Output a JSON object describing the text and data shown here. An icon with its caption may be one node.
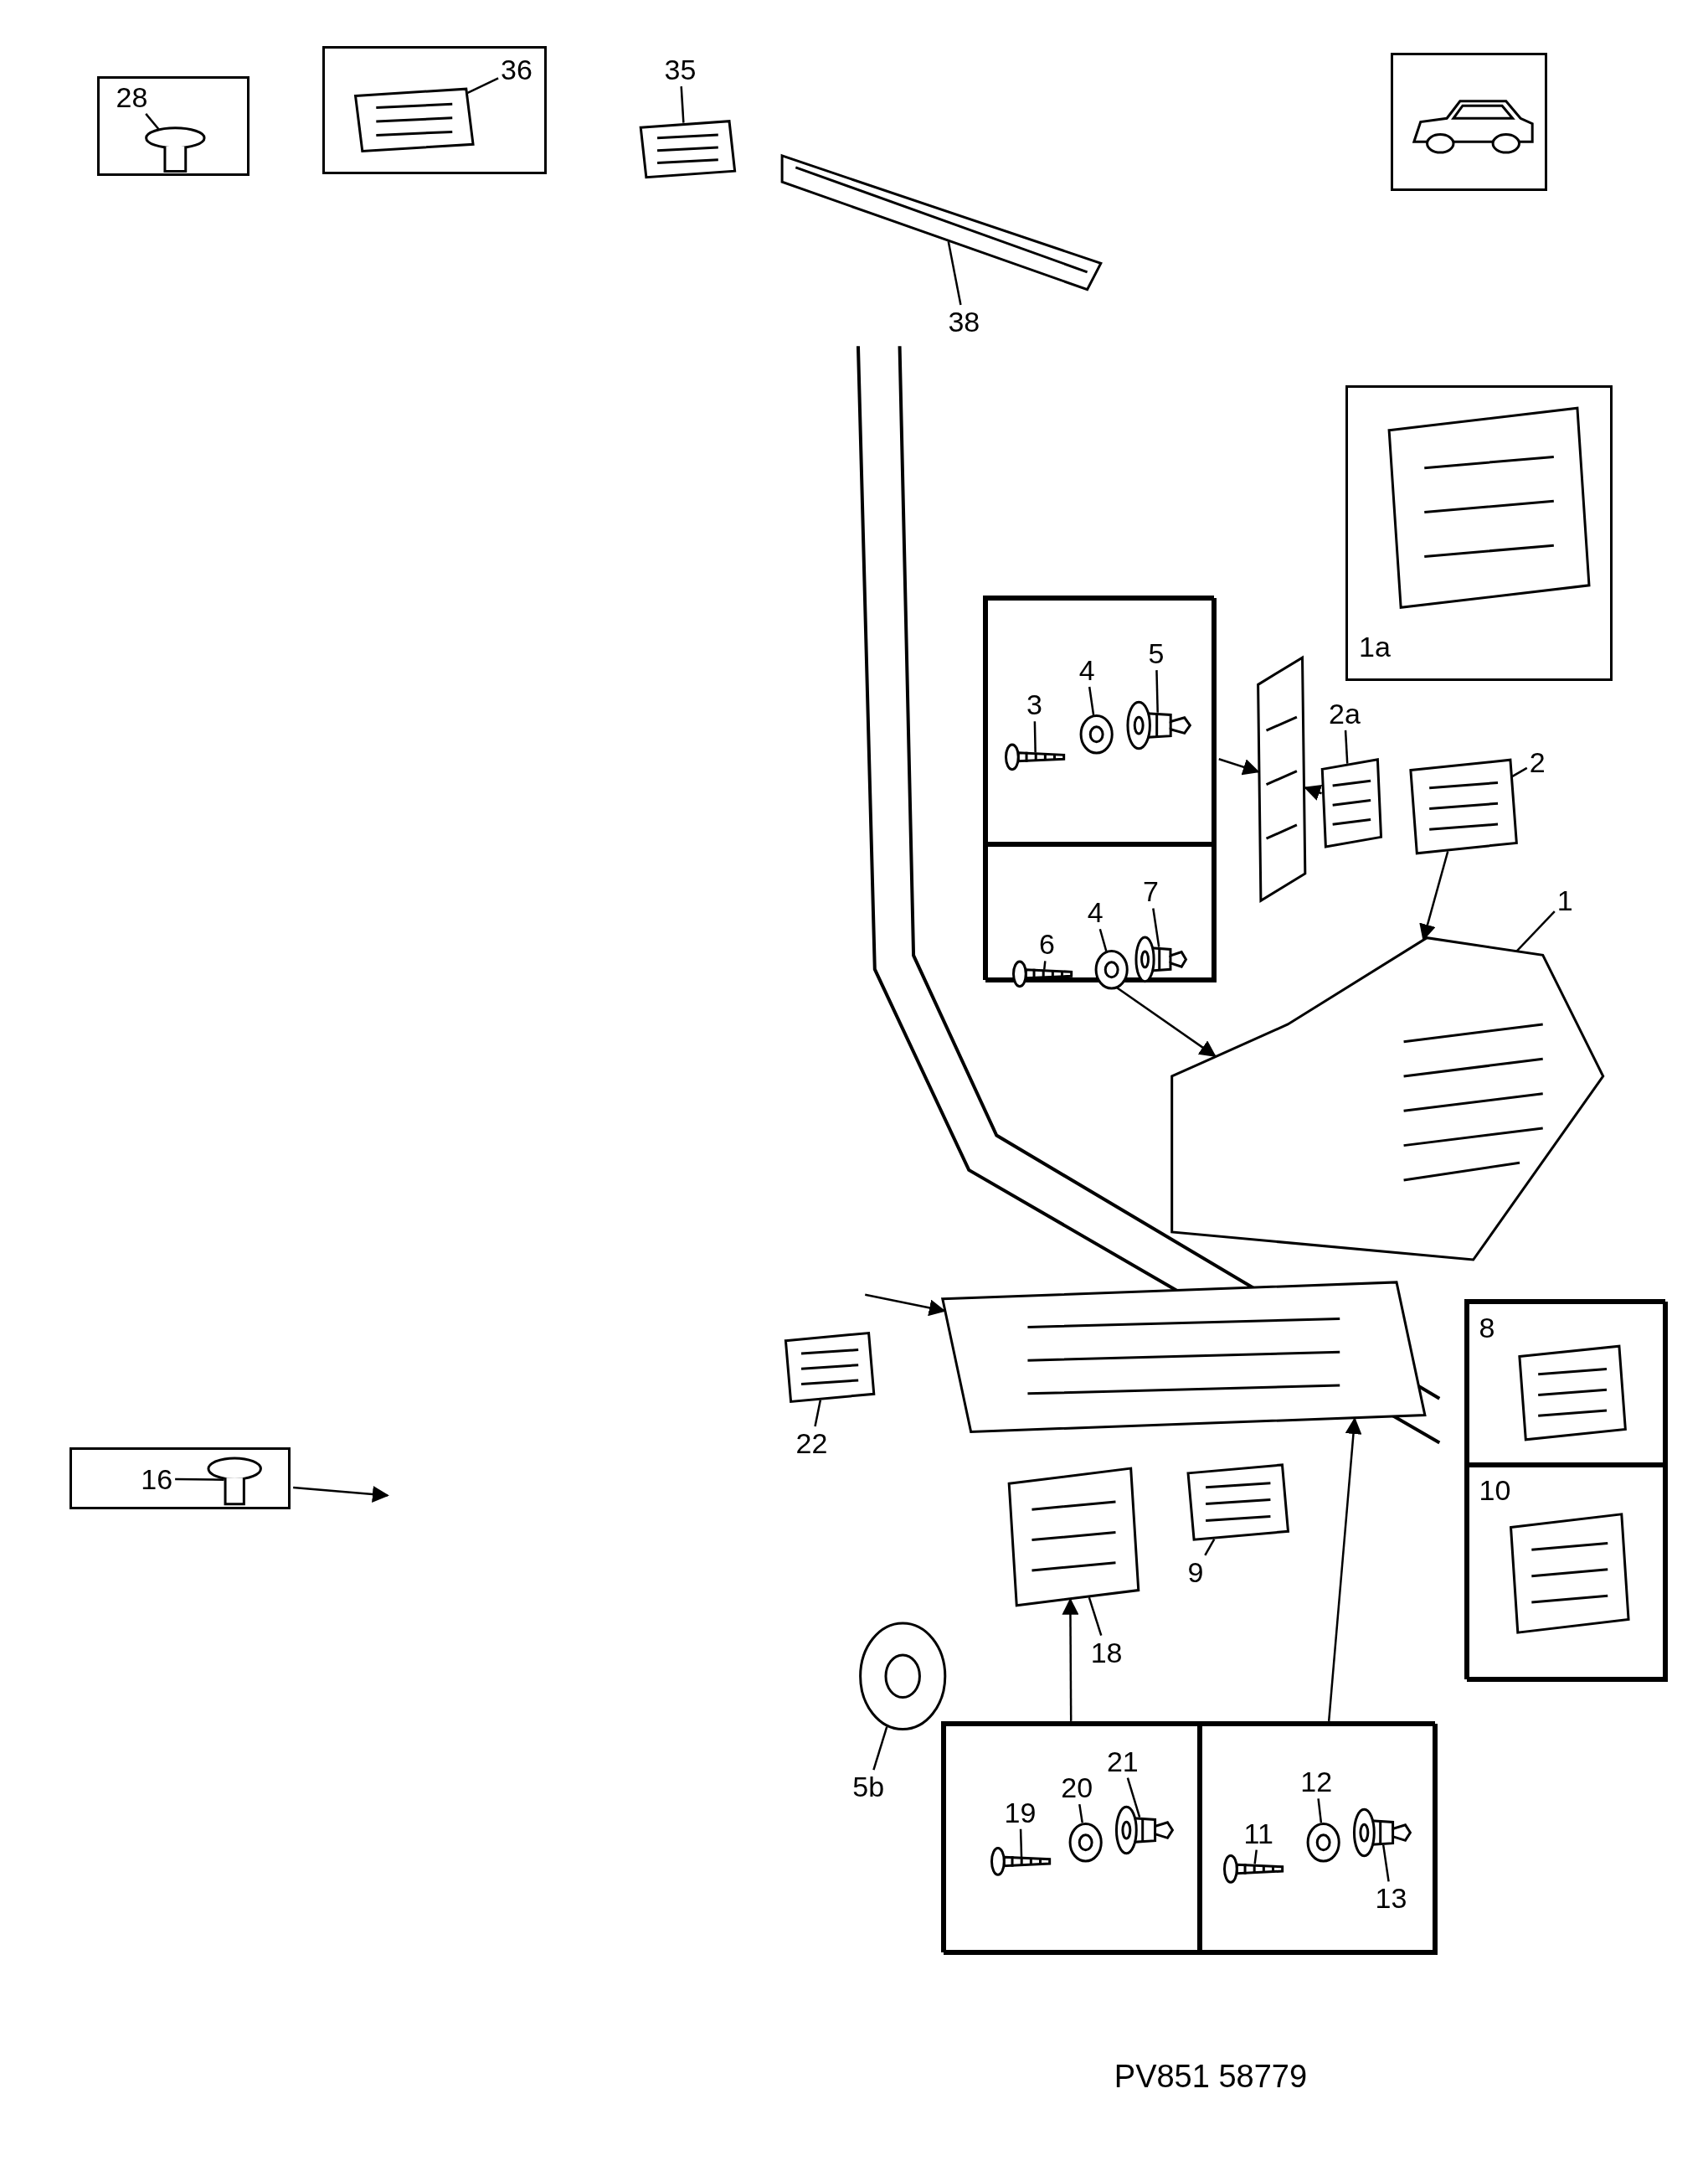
{
  "diagram": {
    "nodes": [
      {
        "text": [],
        "shape": "box"
      },
      {
        "text": [
          "28"
        ],
        "in": 0
      },
      {
        "text": [],
        "shape": "picture",
        "in": 0
      },
      {
        "text": [],
        "shape": "box"
      },
      {
        "text": [
          "36"
        ],
        "in": 3
      },
      {
        "text": [],
        "shape": "picture",
        "in": 3
      },
      {
        "text": [
          "35"
        ]
      },
      {
        "text": [],
        "shape": "picture"
      },
      {
        "text": [
          "38"
        ]
      },
      {
        "text": [],
        "shape": "picture"
      },
      {
        "text": [],
        "shape": "box"
      },
      {
        "text": [],
        "shape": "picture",
        "in": 10
      },
      {
        "text": [
          "1a"
        ]
      },
      {
        "text": [],
        "shape": "picture",
        "in": 12
      },
      {
        "text": [],
        "shape": "box"
      },
      {
        "text": [],
        "shape": "box",
        "in": 14
      },
      {
        "text": [
          "3"
        ],
        "in": 15
      },
      {
        "text": [
          "4"
        ],
        "in": 15
      },
      {
        "text": [
          "5"
        ],
        "in": 15
      },
      {
        "text": [],
        "shape": "picture",
        "in": 15
      },
      {
        "text": [],
        "shape": "picture",
        "in": 15
      },
      {
        "text": [],
        "shape": "picture",
        "in": 15
      },
      {
        "text": [],
        "shape": "box",
        "in": 14
      },
      {
        "text": [
          "6"
        ],
        "in": 22
      },
      {
        "text": [
          "4"
        ],
        "in": 22
      },
      {
        "text": [
          "7"
        ],
        "in": 22
      },
      {
        "text": [],
        "shape": "picture",
        "in": 22
      },
      {
        "text": [],
        "shape": "picture",
        "in": 22
      },
      {
        "text": [],
        "shape": "picture",
        "in": 22
      },
      {
        "text": [
          "2a"
        ]
      },
      {
        "text": [],
        "shape": "picture"
      },
      {
        "text": [
          "2"
        ]
      },
      {
        "text": [],
        "shape": "picture"
      },
      {
        "text": [
          "1"
        ]
      },
      {
        "text": [],
        "shape": "picture"
      },
      {
        "text": [],
        "shape": "picture"
      },
      {
        "text": [],
        "shape": "picture"
      },
      {
        "text": [],
        "shape": "box"
      },
      {
        "text": [
          "8"
        ],
        "in": 37
      },
      {
        "text": [],
        "shape": "picture",
        "in": 38
      },
      {
        "text": [
          "10"
        ],
        "in": 37
      },
      {
        "text": [],
        "shape": "picture",
        "in": 40
      },
      {
        "text": [
          "22"
        ]
      },
      {
        "text": [],
        "shape": "picture"
      },
      {
        "text": [
          "18"
        ]
      },
      {
        "text": [],
        "shape": "picture"
      },
      {
        "text": [
          "9"
        ]
      },
      {
        "text": [],
        "shape": "picture"
      },
      {
        "text": [],
        "shape": "box"
      },
      {
        "text": [
          "16"
        ],
        "in": 48
      },
      {
        "text": [],
        "shape": "picture",
        "in": 48
      },
      {
        "text": [
          "5b"
        ]
      },
      {
        "text": [],
        "shape": "picture"
      },
      {
        "text": [],
        "shape": "box"
      },
      {
        "text": [],
        "shape": "box",
        "in": 53
      },
      {
        "text": [
          "19"
        ],
        "in": 54
      },
      {
        "text": [
          "20"
        ],
        "in": 54
      },
      {
        "text": [
          "21"
        ],
        "in": 54
      },
      {
        "text": [],
        "shape": "picture",
        "in": 54
      },
      {
        "text": [],
        "shape": "picture",
        "in": 54
      },
      {
        "text": [],
        "shape": "picture",
        "in": 54
      },
      {
        "text": [],
        "shape": "box",
        "in": 53
      },
      {
        "text": [
          "11"
        ],
        "in": 61
      },
      {
        "text": [
          "12"
        ],
        "in": 61
      },
      {
        "text": [
          "13"
        ],
        "in": 61
      },
      {
        "text": [],
        "shape": "picture",
        "in": 61
      },
      {
        "text": [],
        "shape": "picture",
        "in": 61
      },
      {
        "text": [],
        "shape": "picture",
        "in": 61
      }
    ],
    "edges": [
      {
        "from": 1,
        "to": 2,
        "arrow": "none"
      },
      {
        "from": 4,
        "to": 5,
        "arrow": "none"
      },
      {
        "from": 6,
        "to": 7,
        "arrow": "none"
      },
      {
        "from": 8,
        "to": 9,
        "arrow": "none"
      },
      {
        "from": 16,
        "to": 19,
        "arrow": "none"
      },
      {
        "from": 17,
        "to": 20,
        "arrow": "none"
      },
      {
        "from": 18,
        "to": 21,
        "arrow": "none"
      },
      {
        "from": 23,
        "to": 26,
        "arrow": "none"
      },
      {
        "from": 24,
        "to": 27,
        "arrow": "none"
      },
      {
        "from": 25,
        "to": 28,
        "arrow": "none"
      },
      {
        "from": 29,
        "to": 30,
        "arrow": "none"
      },
      {
        "from": 31,
        "to": 32,
        "arrow": "none"
      },
      {
        "from": 33,
        "to": 34,
        "arrow": "none"
      },
      {
        "from": 42,
        "to": 43,
        "arrow": "none"
      },
      {
        "from": 44,
        "to": 45,
        "arrow": "none"
      },
      {
        "from": 46,
        "to": 47,
        "arrow": "none"
      },
      {
        "from": 49,
        "to": 50,
        "arrow": "none"
      },
      {
        "from": 51,
        "to": 52,
        "arrow": "none"
      },
      {
        "from": 55,
        "to": 58,
        "arrow": "none"
      },
      {
        "from": 56,
        "to": 59,
        "arrow": "none"
      },
      {
        "from": 57,
        "to": 60,
        "arrow": "none"
      },
      {
        "from": 62,
        "to": 65,
        "arrow": "none"
      },
      {
        "from": 63,
        "to": 66,
        "arrow": "none"
      },
      {
        "from": 64,
        "to": 67,
        "arrow": "none"
      },
      {
        "from": 15,
        "to": 35,
        "arrow": "to"
      },
      {
        "from": 22,
        "to": 34,
        "arrow": "to"
      },
      {
        "from": 30,
        "to": 35,
        "arrow": "to"
      },
      {
        "from": 32,
        "to": 34,
        "arrow": "to"
      },
      {
        "from": 54,
        "to": 45,
        "arrow": "to"
      },
      {
        "from": 61,
        "to": 36,
        "arrow": "to"
      },
      {
        "from": 48,
        "to": null,
        "arrow": "to"
      },
      {
        "from": null,
        "to": 36,
        "arrow": "to"
      }
    ],
    "labels": [
      "PV851 58779"
    ]
  }
}
